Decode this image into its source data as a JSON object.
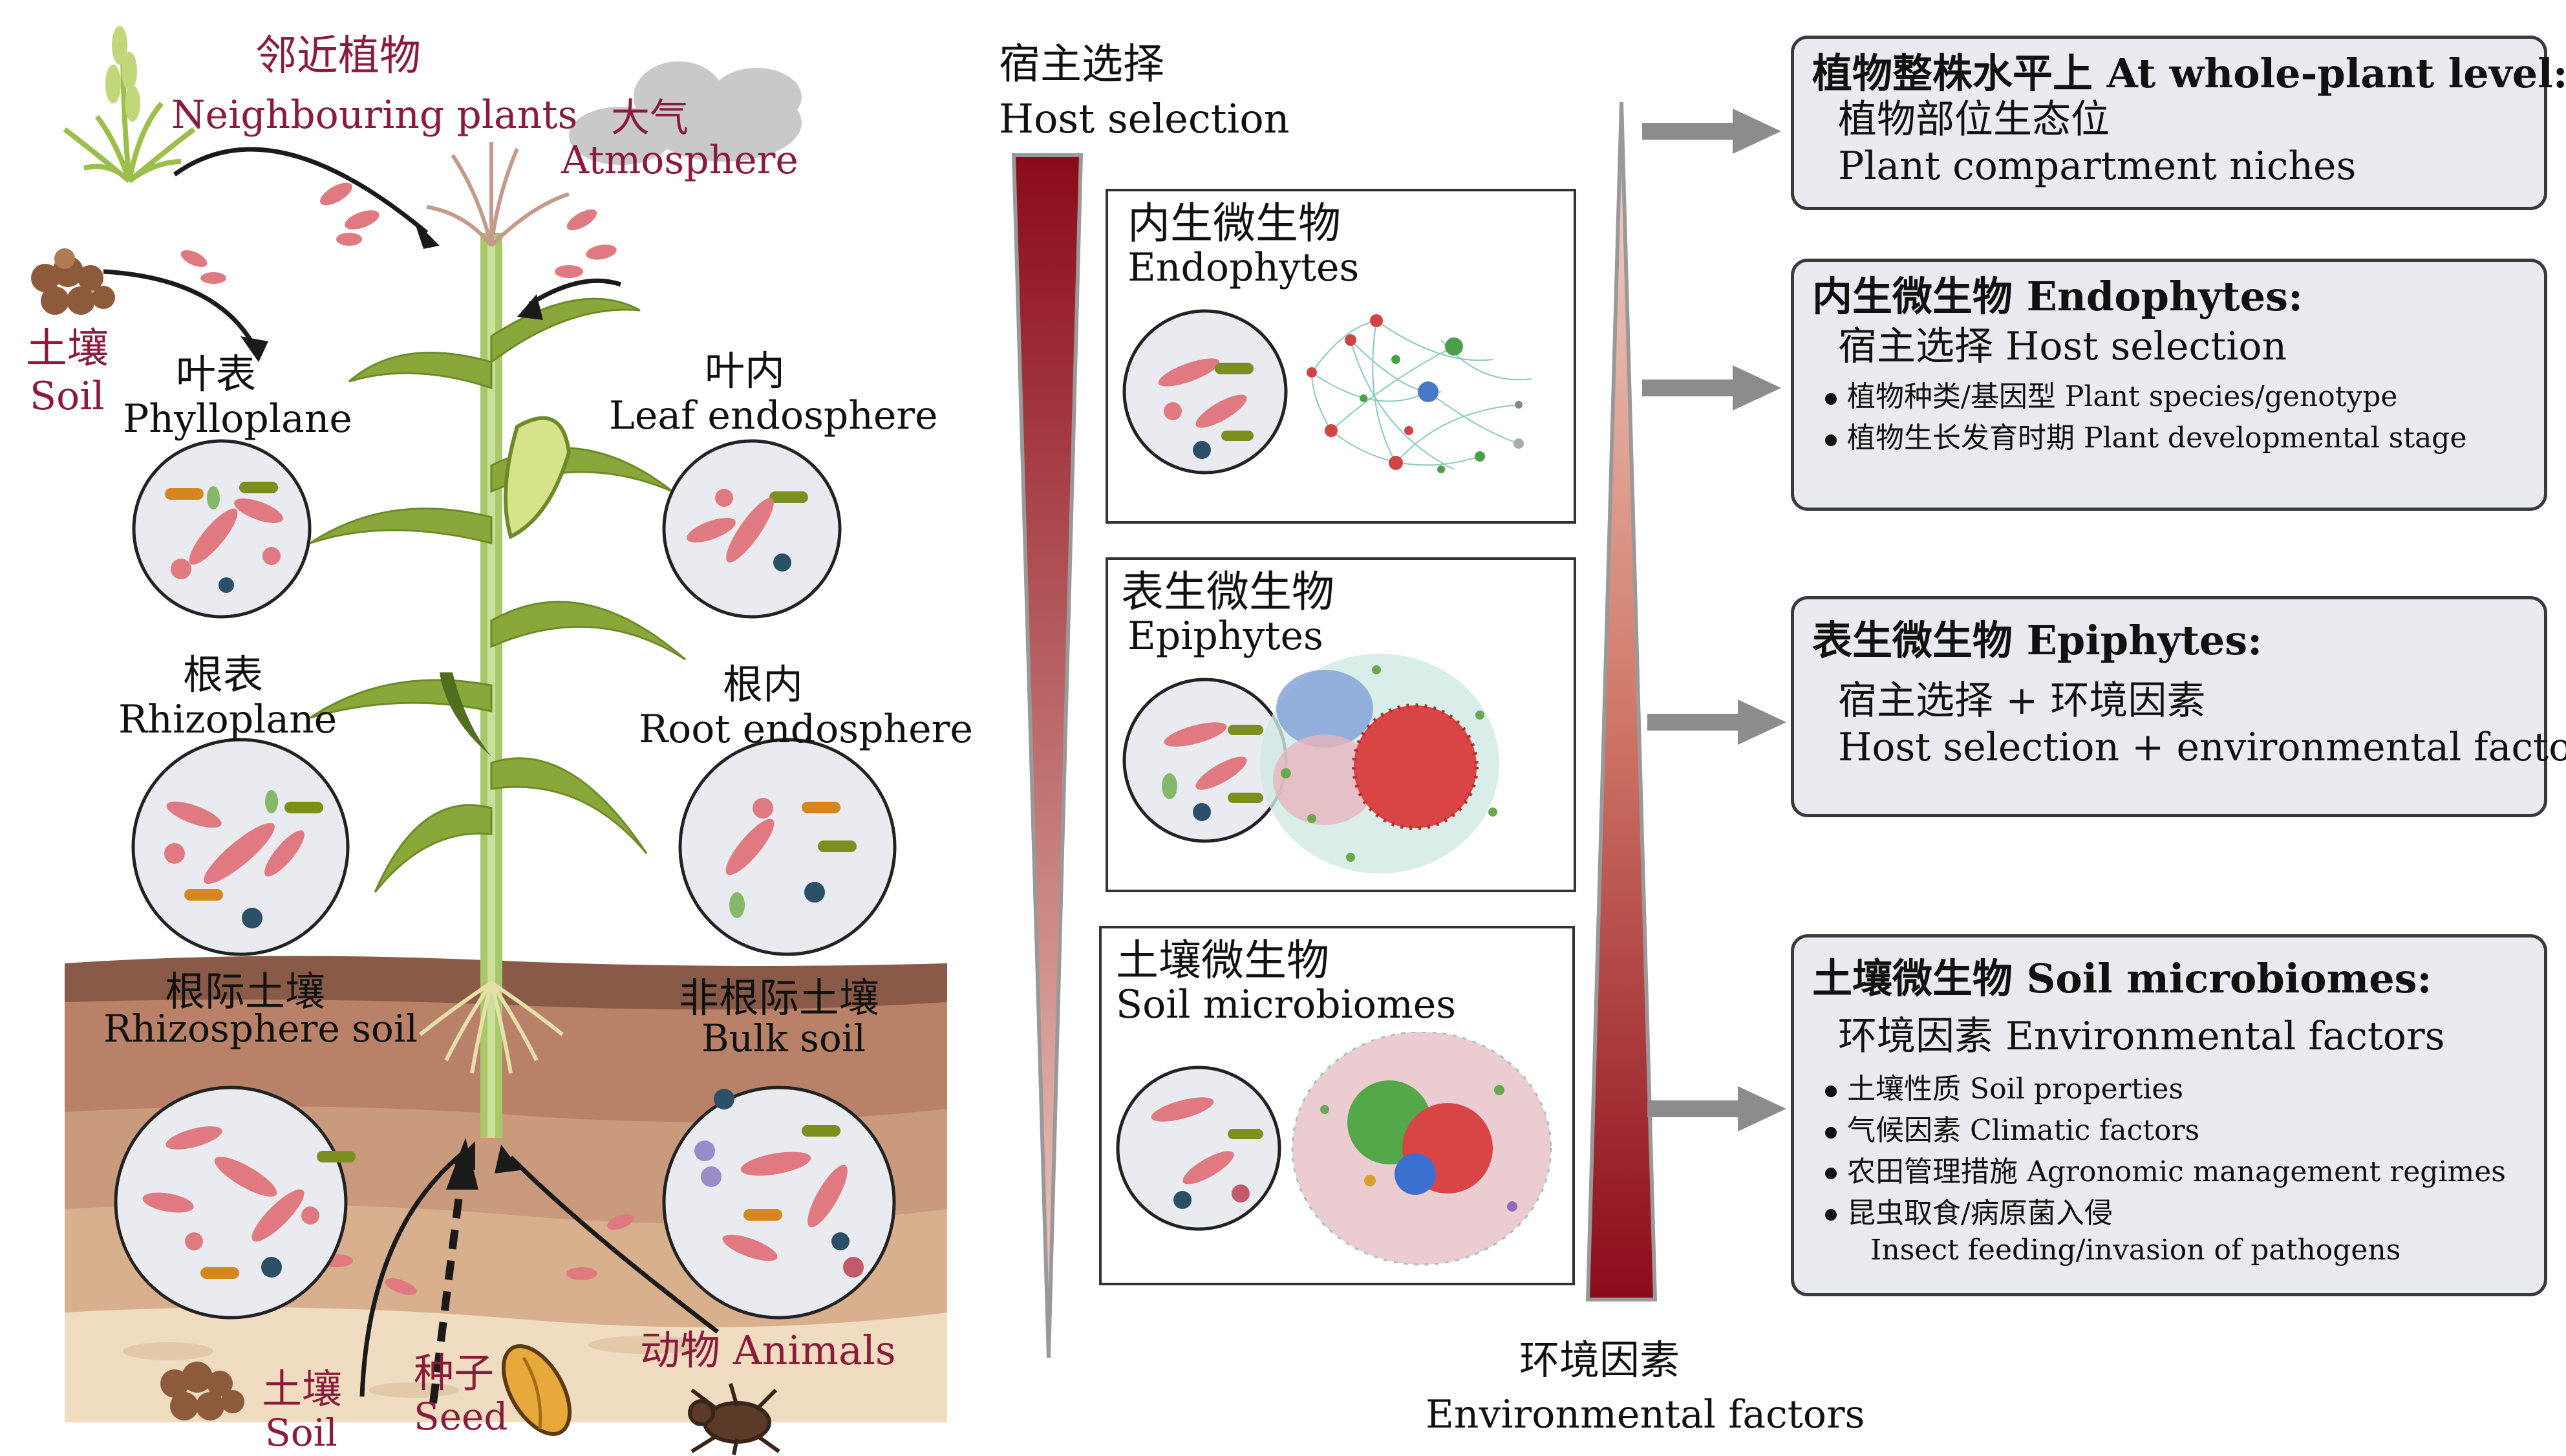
{
  "left": {
    "neighbouring_zh": "邻近植物",
    "neighbouring_en": "Neighbouring plants",
    "atmosphere_zh": "大气",
    "atmosphere_en": "Atmosphere",
    "soil_zh": "土壤",
    "soil_en": "Soil",
    "phylloplane_zh": "叶表",
    "phylloplane_en": "Phylloplane",
    "leaf_endo_zh": "叶内",
    "leaf_endo_en": "Leaf endosphere",
    "rhizoplane_zh": "根表",
    "rhizoplane_en": "Rhizoplane",
    "root_endo_zh": "根内",
    "root_endo_en": "Root endosphere",
    "rhizo_soil_zh": "根际土壤",
    "rhizo_soil_en": "Rhizosphere soil",
    "bulk_soil_zh": "非根际土壤",
    "bulk_soil_en": "Bulk soil",
    "bottom_soil_zh": "土壤",
    "bottom_soil_en": "Soil",
    "seed_zh": "种子",
    "seed_en": "Seed",
    "animals": "动物 Animals"
  },
  "middle": {
    "host_zh": "宿主选择",
    "host_en": "Host selection",
    "env_zh": "环境因素",
    "env_en": "Environmental factors",
    "endo_zh": "内生微生物",
    "endo_en": "Endophytes",
    "epi_zh": "表生微生物",
    "epi_en": "Epiphytes",
    "soilm_zh": "土壤微生物",
    "soilm_en": "Soil microbiomes"
  },
  "right": {
    "box1": {
      "title": "植物整株水平上 At whole-plant level:",
      "sub1": "植物部位生态位",
      "sub2": "Plant compartment niches"
    },
    "box2": {
      "title": "内生微生物 Endophytes:",
      "sub1": "宿主选择 Host selection",
      "bullets": [
        "植物种类/基因型 Plant species/genotype",
        "植物生长发育时期 Plant developmental stage"
      ]
    },
    "box3": {
      "title": "表生微生物 Epiphytes:",
      "sub1": "宿主选择 + 环境因素",
      "sub2": "Host selection + environmental factors"
    },
    "box4": {
      "title": "土壤微生物 Soil microbiomes:",
      "sub1": "环境因素 Environmental factors",
      "bullets": [
        "土壤性质 Soil properties",
        "气候因素 Climatic factors",
        "农田管理措施 Agronomic management regimes",
        "昆虫取食/病原菌入侵"
      ],
      "bullet4_line2": "Insect feeding/invasion of pathogens"
    }
  },
  "colors": {
    "label_red": "#8a1b3a",
    "gradient_dark": "#8b0a1a",
    "gradient_light": "#f0c9b8",
    "soil_top": "#8a5a48",
    "soil_mid": "#b98268",
    "soil_low": "#d6ad8b",
    "soil_bottom": "#f0dcc0",
    "plant_green": "#8aa83a",
    "box_fill": "#e9ebf0",
    "arrow_grey": "#8c8c8c"
  }
}
